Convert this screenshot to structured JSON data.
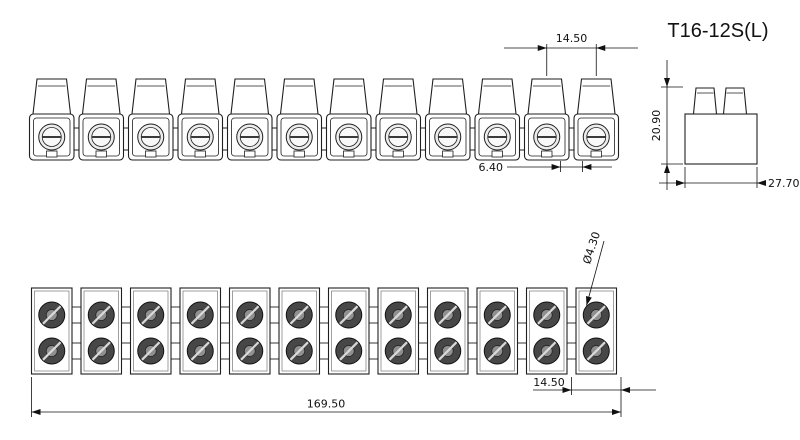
{
  "title": "T16-12S(L)",
  "drawing": {
    "unit_count": 12,
    "dimensions": {
      "pitch_top": "14.50",
      "notch_width": "6.40",
      "side_height": "20.90",
      "side_width": "27.70",
      "hole_diameter": "Ø4.30",
      "pitch_bottom": "14.50",
      "overall_length": "169.50"
    },
    "colors": {
      "line": "#1f1f1f",
      "dim": "#111111",
      "fill": "#ffffff",
      "screw_dark": "#474747",
      "screw_mid": "#8f8f8f",
      "screw_slot": "#d9d9d9"
    }
  }
}
